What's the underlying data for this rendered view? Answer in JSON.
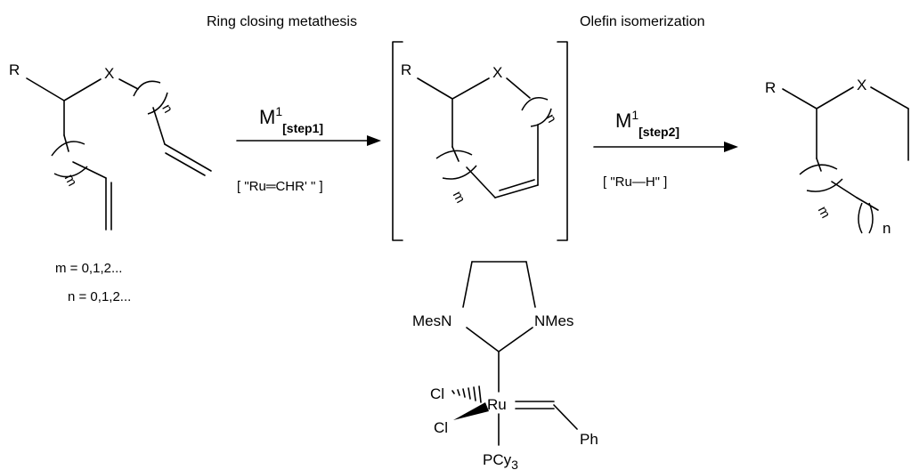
{
  "headings": {
    "rcm": "Ring closing metathesis",
    "isomerization": "Olefin isomerization"
  },
  "atoms": {
    "R": "R",
    "X": "X",
    "m": "m",
    "n": "n"
  },
  "step1": {
    "catalyst": "M",
    "superscript": "1",
    "subscript": "[step1]",
    "species": "[ \"Ru═CHR' \" ]"
  },
  "step2": {
    "catalyst": "M",
    "superscript": "1",
    "subscript": "[step2]",
    "species": "[ \"Ru—H\" ]"
  },
  "conditions": {
    "m_values": "m = 0,1,2...",
    "n_values": "n = 0,1,2..."
  },
  "catalyst_structure": {
    "mes_left": "MesN",
    "mes_right": "NMes",
    "cl_top": "Cl",
    "cl_bottom": "Cl",
    "ru": "Ru",
    "ph": "Ph",
    "pcy3": "PCy3"
  }
}
